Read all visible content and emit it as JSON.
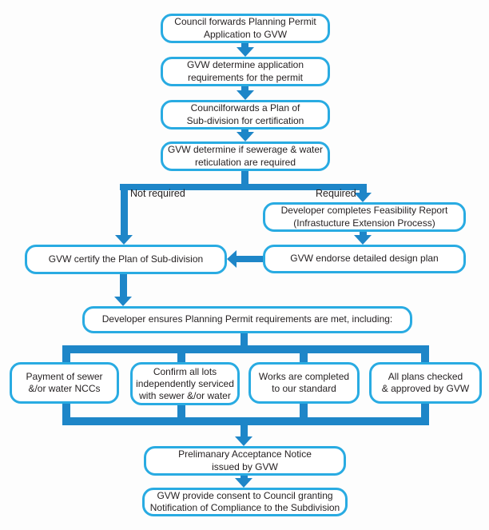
{
  "title": "Planning permit and plan of sub-division certification flowchart",
  "colors": {
    "box_border": "#29abe2",
    "connector": "#1e86c8",
    "text": "#231f20",
    "background": "#fdfdfd",
    "box_fill": "#ffffff"
  },
  "nodes": {
    "council_forwards_application": "Council forwards Planning Permit\nApplication to GVW",
    "gvw_determine_requirements": "GVW determine application\nrequirements for the permit",
    "council_forwards_plan": "Councilforwards a Plan of\nSub-division for certification",
    "gvw_determine_reticulation": "GVW determine if sewerage & water\nreticulation are required",
    "developer_feasibility": "Developer completes Feasibility Report\n(Infrastucture Extension Process)",
    "gvw_endorse_design": "GVW endorse detailed design plan",
    "gvw_certify_plan": "GVW certify the Plan of Sub-division",
    "developer_ensures": "Developer ensures Planning Permit requirements are met, including:",
    "payment_nccs": "Payment of sewer\n&/or water NCCs",
    "confirm_lots": "Confirm all lots\nindependently serviced\nwith sewer &/or water",
    "works_completed": "Works are completed\nto our standard",
    "plans_checked": "All plans checked\n& approved by GVW",
    "preliminary_notice": "Prelimanary Acceptance Notice\nissued by GVW",
    "consent_notice": "GVW provide consent to Council granting\nNotification of Compliance to the Subdivision"
  },
  "edge_labels": {
    "not_required": "Not required",
    "required": "Required"
  }
}
